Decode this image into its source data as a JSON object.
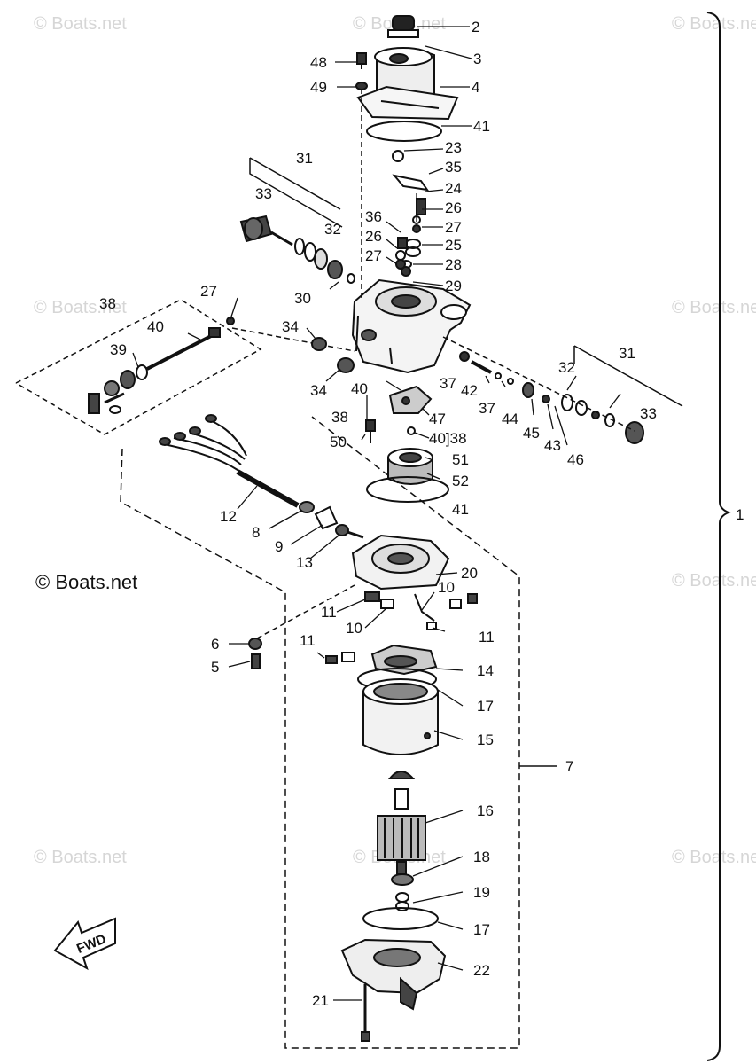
{
  "watermark_text": "© Boats.net",
  "copyright_text": "© Boats.net",
  "fwd_text": "FWD",
  "assembly_bracket_label": "1",
  "callouts": {
    "c2": "2",
    "c3": "3",
    "c4": "4",
    "c48": "48",
    "c49": "49",
    "c41a": "41",
    "c23": "23",
    "c35": "35",
    "c24": "24",
    "c26a": "26",
    "c27a": "27",
    "c25": "25",
    "c28": "28",
    "c29": "29",
    "c36": "36",
    "c26b": "26",
    "c27b": "27",
    "c31a": "31",
    "c33a": "33",
    "c32a": "32",
    "c30": "30",
    "c27c": "27",
    "c38a": "38",
    "c40a": "40",
    "c39": "39",
    "c34a": "34",
    "c34b": "34",
    "c40b": "40",
    "c38b": "38",
    "c50": "50",
    "c37a": "37",
    "c42": "42",
    "c37b": "37",
    "c44": "44",
    "c45": "45",
    "c43": "43",
    "c46": "46",
    "c32b": "32",
    "c31b": "31",
    "c33b": "33",
    "c47": "47",
    "c40c": "40]38",
    "c51": "51",
    "c52": "52",
    "c41b": "41",
    "c12": "12",
    "c8": "8",
    "c9": "9",
    "c13": "13",
    "c20": "20",
    "c10a": "10",
    "c11a": "11",
    "c10b": "10",
    "c11b": "11",
    "c6": "6",
    "c5": "5",
    "c11c": "11",
    "c14": "14",
    "c17a": "17",
    "c15": "15",
    "c7": "7",
    "c16": "16",
    "c18": "18",
    "c19": "19",
    "c17b": "17",
    "c22": "22",
    "c21": "21"
  }
}
